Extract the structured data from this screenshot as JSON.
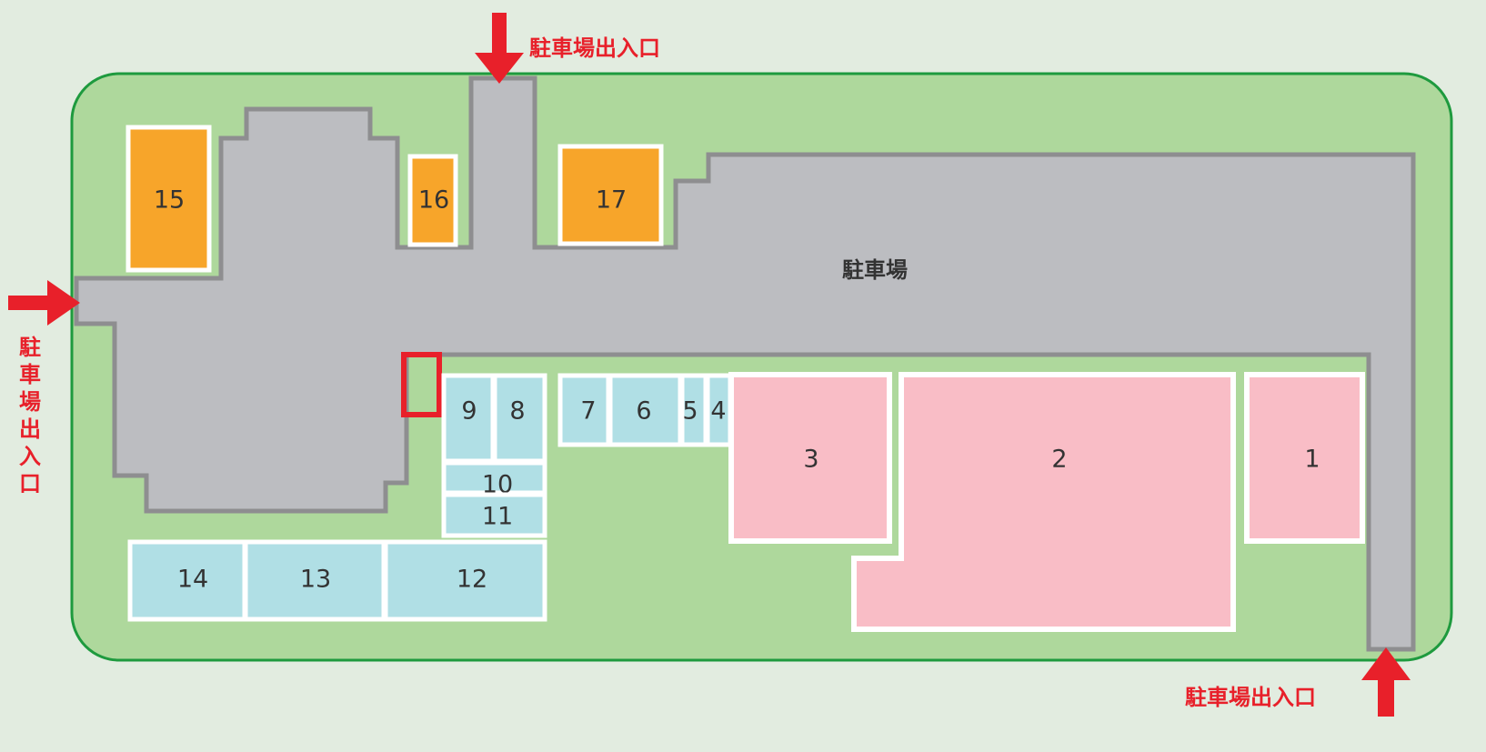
{
  "map": {
    "parking_label": "駐車場",
    "entrance_label": "駐車場出入口",
    "entrance_vertical_chars": [
      "駐",
      "車",
      "場",
      "出",
      "入",
      "口"
    ],
    "stalls": {
      "s1": "1",
      "s2": "2",
      "s3": "3",
      "s4": "4",
      "s5": "5",
      "s6": "6",
      "s7": "7",
      "s8": "8",
      "s9": "9",
      "s10": "10",
      "s11": "11",
      "s12": "12",
      "s13": "13",
      "s14": "14",
      "s15": "15",
      "s16": "16",
      "s17": "17"
    }
  },
  "colors": {
    "background": "#e2ece0",
    "grounds": "#aed89c",
    "border": "#1e9a3e",
    "parking": "#bcbdc1",
    "orange": "#f7a52a",
    "blue": "#b0dfe5",
    "pink": "#f9bdc6",
    "accent_red": "#e8202a"
  }
}
